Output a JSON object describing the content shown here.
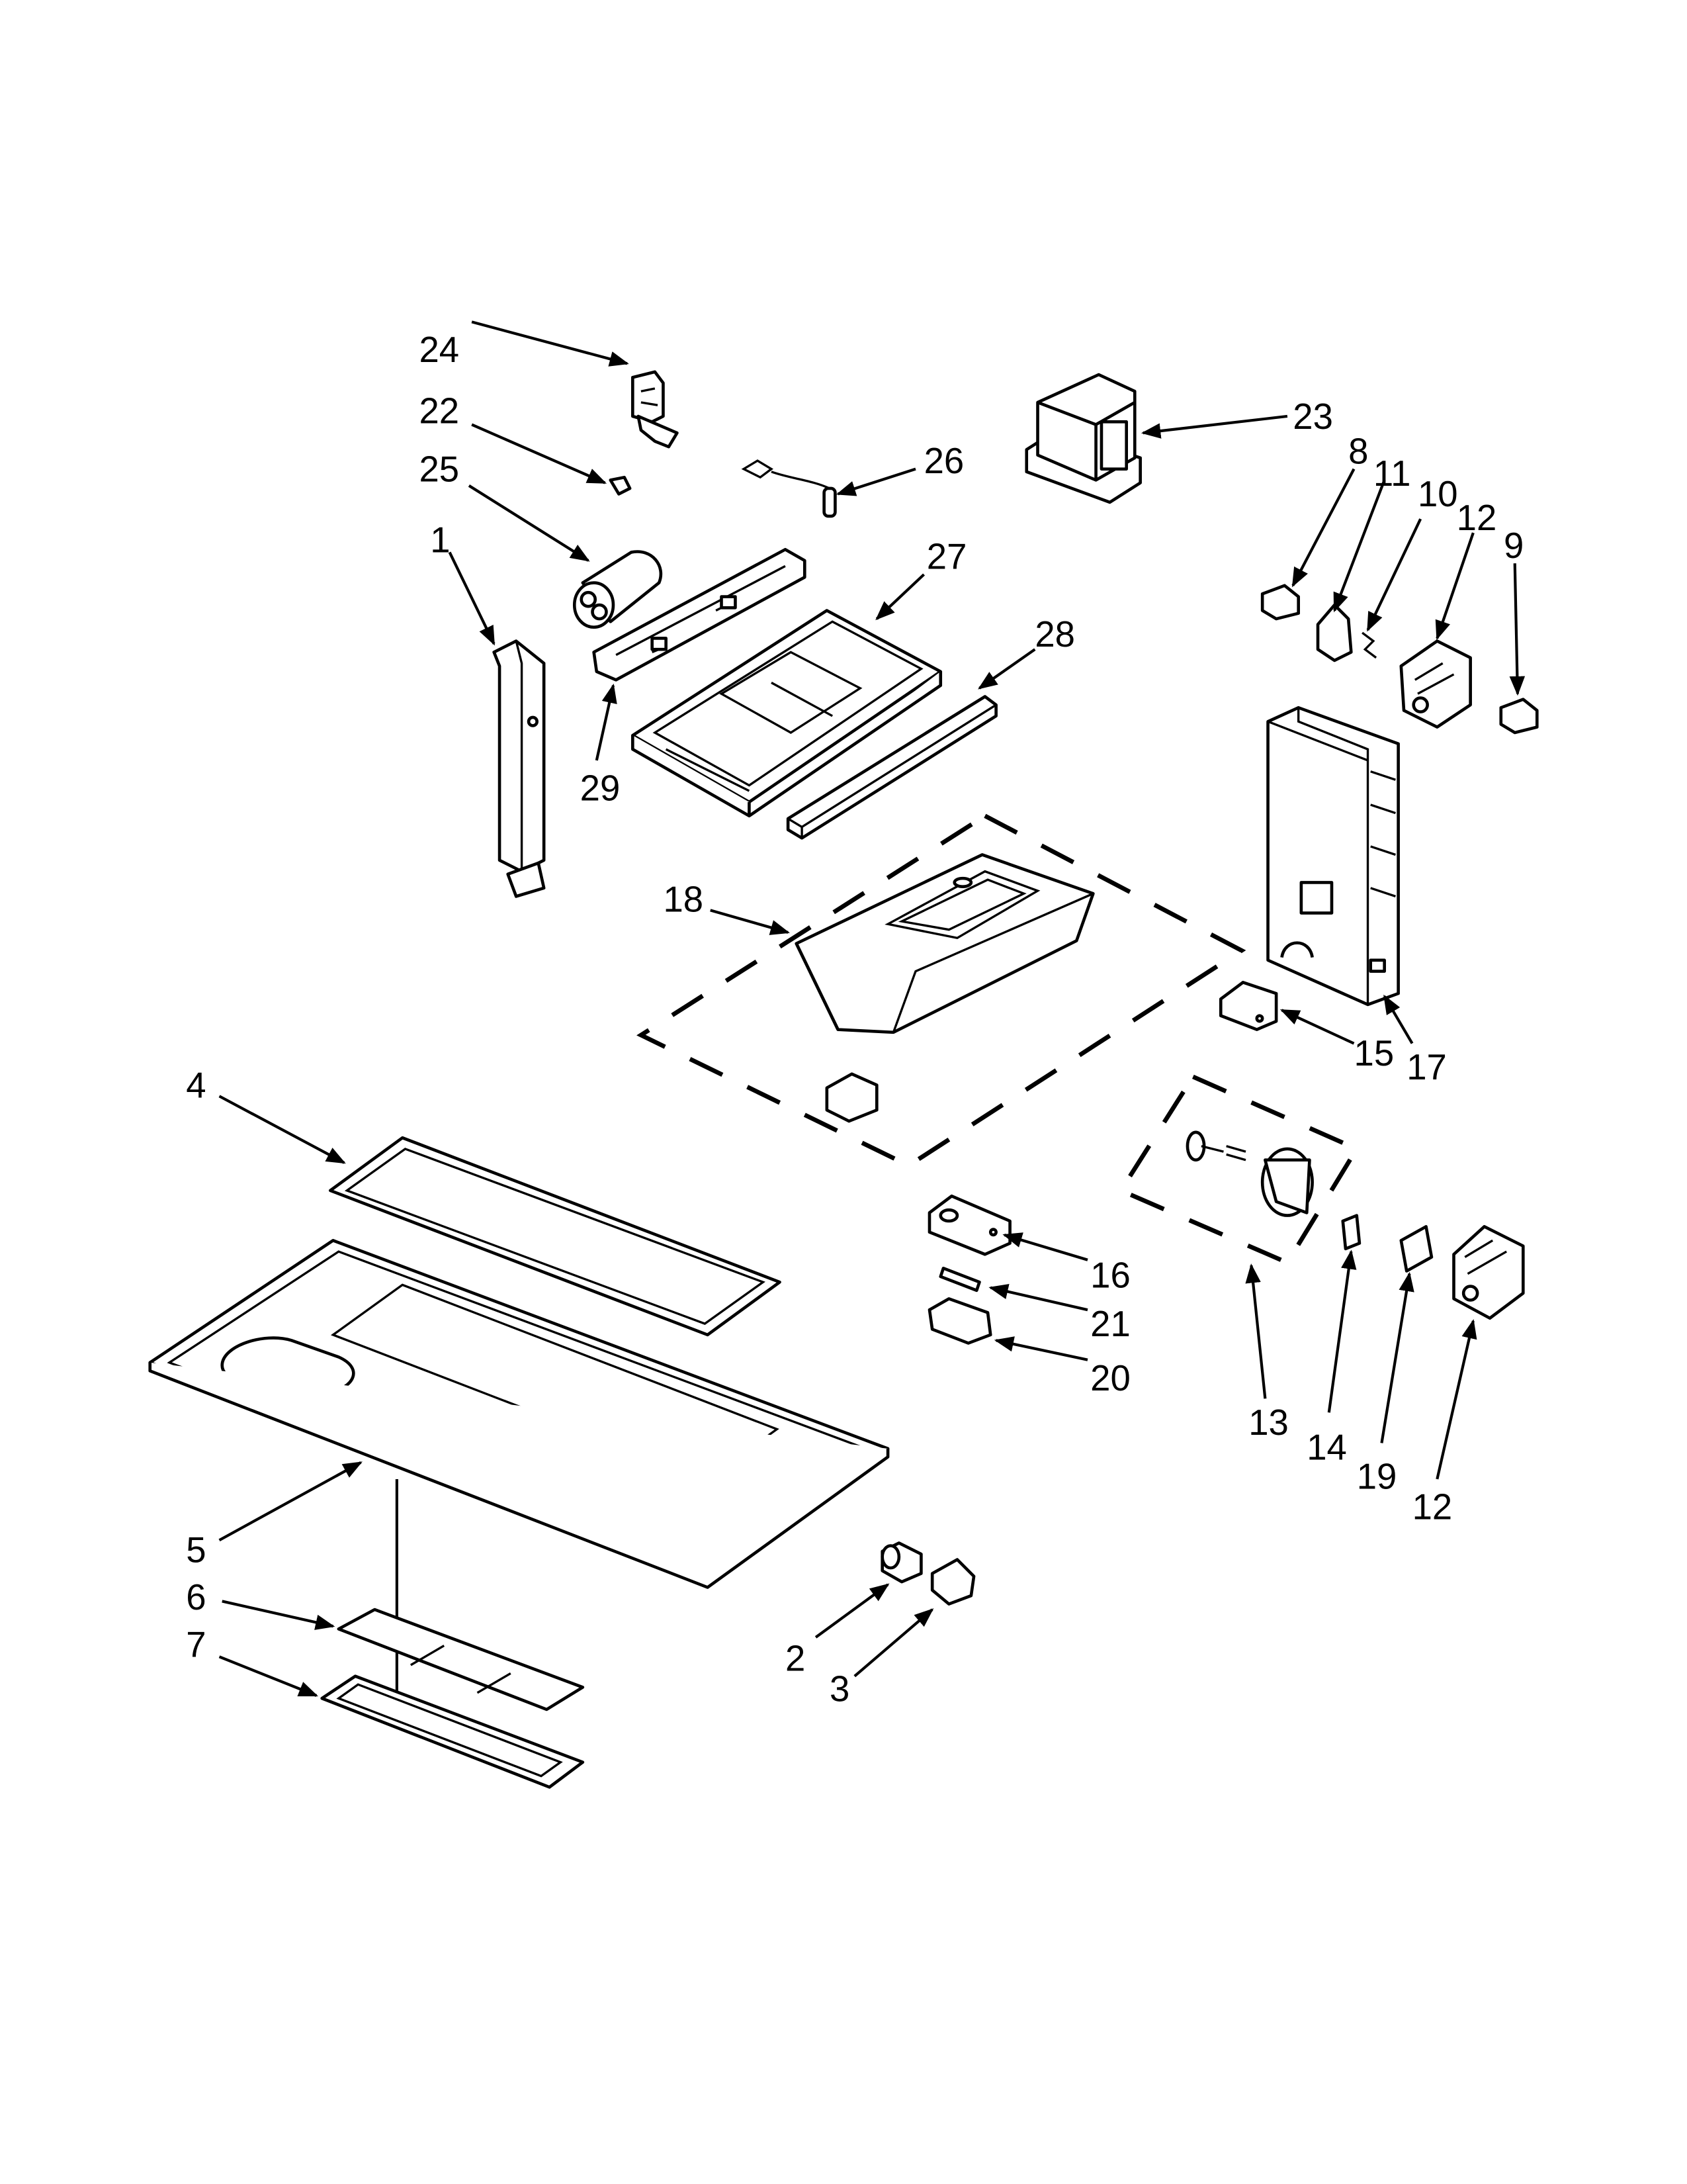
{
  "diagram": {
    "callouts": [
      {
        "id": "c24a",
        "label": "24"
      },
      {
        "id": "c22",
        "label": "22"
      },
      {
        "id": "c25",
        "label": "25"
      },
      {
        "id": "c1",
        "label": "1"
      },
      {
        "id": "c26",
        "label": "26"
      },
      {
        "id": "c27",
        "label": "27"
      },
      {
        "id": "c28",
        "label": "28"
      },
      {
        "id": "c29",
        "label": "29"
      },
      {
        "id": "c23",
        "label": "23"
      },
      {
        "id": "c8",
        "label": "8"
      },
      {
        "id": "c11",
        "label": "11"
      },
      {
        "id": "c10",
        "label": "10"
      },
      {
        "id": "c12a",
        "label": "12"
      },
      {
        "id": "c9",
        "label": "9"
      },
      {
        "id": "c18",
        "label": "18"
      },
      {
        "id": "c17",
        "label": "17"
      },
      {
        "id": "c15",
        "label": "15"
      },
      {
        "id": "c4",
        "label": "4"
      },
      {
        "id": "c16",
        "label": "16"
      },
      {
        "id": "c21",
        "label": "21"
      },
      {
        "id": "c20",
        "label": "20"
      },
      {
        "id": "c13",
        "label": "13"
      },
      {
        "id": "c14",
        "label": "14"
      },
      {
        "id": "c19",
        "label": "19"
      },
      {
        "id": "c12b",
        "label": "12"
      },
      {
        "id": "c5",
        "label": "5"
      },
      {
        "id": "c6",
        "label": "6"
      },
      {
        "id": "c7",
        "label": "7"
      },
      {
        "id": "c2",
        "label": "2"
      },
      {
        "id": "c3",
        "label": "3"
      }
    ]
  }
}
